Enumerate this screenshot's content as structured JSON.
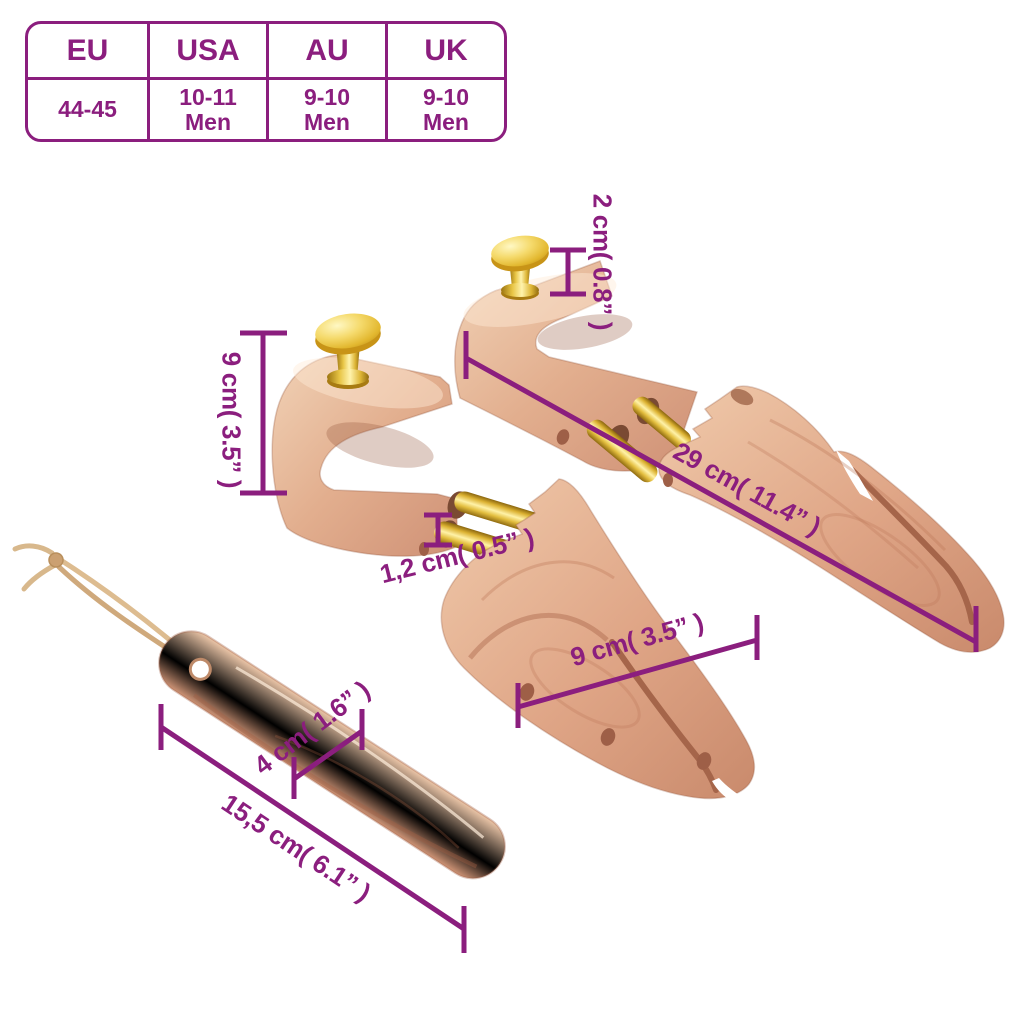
{
  "size_table": {
    "headers": [
      "EU",
      "USA",
      "AU",
      "UK"
    ],
    "values": [
      "44-45",
      "10-11\nMen",
      "9-10\nMen",
      "9-10\nMen"
    ]
  },
  "dimension_labels": {
    "knob_height": "2 cm( 0.8” )",
    "heel_height": "9 cm( 3.5” )",
    "total_length": "29 cm( 11.4” )",
    "rod_diameter": "1,2 cm( 0.5” )",
    "toe_length": "9 cm( 3.5” )",
    "horn_width": "4 cm( 1.6” )",
    "horn_length": "15,5 cm( 6.1” )"
  },
  "objects": [
    "cedar wood shoe tree (left)",
    "cedar wood shoe tree (right)",
    "cedar wood shoe horn with leather cord"
  ],
  "colors": {
    "accent_purple": "#8B1E7E",
    "background": "#FFFFFF",
    "wood_light": "#EFCBAD",
    "wood_dark": "#D0906F",
    "brass_gold": "#E9C23F",
    "cord_tan": "#D8B88C"
  }
}
